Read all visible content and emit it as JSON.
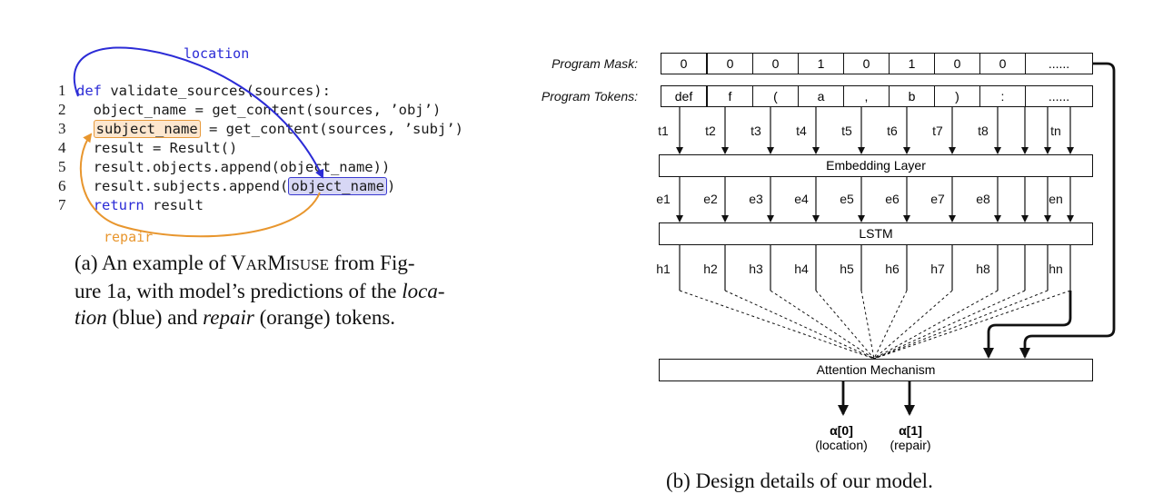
{
  "left_panel": {
    "code_lines": [
      {
        "num": "1",
        "pre": "",
        "kw": "def",
        "post": " validate_sources(sources):",
        "hl": "",
        "hl_text": "",
        "tail": ""
      },
      {
        "num": "2",
        "pre": "object_name = get_content(sources, ’obj’)",
        "kw": "",
        "post": "",
        "hl": "",
        "hl_text": "",
        "tail": ""
      },
      {
        "num": "3",
        "pre": "",
        "kw": "",
        "post": "",
        "hl": "orange",
        "hl_text": "subject_name",
        "tail": " = get_content(sources, ’subj’)"
      },
      {
        "num": "4",
        "pre": "result = Result()",
        "kw": "",
        "post": "",
        "hl": "",
        "hl_text": "",
        "tail": ""
      },
      {
        "num": "5",
        "pre": "result.objects.append(object_name))",
        "kw": "",
        "post": "",
        "hl": "",
        "hl_text": "",
        "tail": ""
      },
      {
        "num": "6",
        "pre": "result.subjects.append(",
        "kw": "",
        "post": "",
        "hl": "blue",
        "hl_text": "object_name",
        "tail": ")"
      },
      {
        "num": "7",
        "pre": "",
        "kw": "return",
        "post": " result",
        "hl": "",
        "hl_text": "",
        "tail": ""
      }
    ],
    "location_label": "location",
    "repair_label": "repair",
    "caption": {
      "prefix": "(a) An example of ",
      "sc1_cap": "V",
      "sc1_small": "AR",
      "sc2_cap": "M",
      "sc2_small": "ISUSE",
      "after_sc": " from Fig-",
      "line2_a": "ure 1a, with model’s predictions of the ",
      "line2_i": "loca-",
      "line3_i": "tion",
      "line3_a": " (blue) and ",
      "line3_i2": "repair",
      "line3_b": " (orange) tokens."
    },
    "colors": {
      "location": "#2b2bd6",
      "repair": "#e8962e"
    }
  },
  "right_panel": {
    "program_mask_label": "Program Mask:",
    "program_tokens_label": "Program Tokens:",
    "mask_values": [
      "0",
      "0",
      "0",
      "1",
      "0",
      "1",
      "0",
      "0",
      "......"
    ],
    "token_values": [
      "def",
      "f",
      "(",
      "a",
      ",",
      "b",
      ")",
      ":",
      "......"
    ],
    "t_labels": [
      "t1",
      "t2",
      "t3",
      "t4",
      "t5",
      "t6",
      "t7",
      "t8",
      "tn"
    ],
    "e_labels": [
      "e1",
      "e2",
      "e3",
      "e4",
      "e5",
      "e6",
      "e7",
      "e8",
      "en"
    ],
    "h_labels": [
      "h1",
      "h2",
      "h3",
      "h4",
      "h5",
      "h6",
      "h7",
      "h8",
      "hn"
    ],
    "embedding_layer": "Embedding Layer",
    "lstm": "LSTM",
    "attention": "Attention Mechanism",
    "outputs": [
      {
        "name": "α[0]",
        "desc": "(location)"
      },
      {
        "name": "α[1]",
        "desc": "(repair)"
      }
    ],
    "caption": "(b) Design details of our model."
  }
}
